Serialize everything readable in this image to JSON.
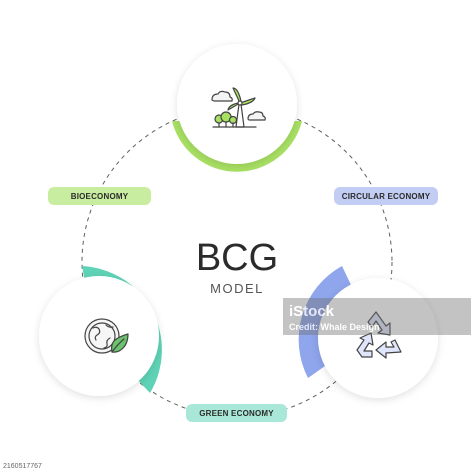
{
  "diagram": {
    "title": "BCG",
    "subtitle": "MODEL",
    "nodes": [
      {
        "label": "BIOECONOMY",
        "icon": "windmill-trees-icon",
        "accent": "#a8e063",
        "pill": "#c8eda0"
      },
      {
        "label": "CIRCULAR ECONOMY",
        "icon": "recycle-icon",
        "accent": "#8fa5ec",
        "pill": "#c3cdf3"
      },
      {
        "label": "GREEN ECONOMY",
        "icon": "globe-leaf-icon",
        "accent": "#5fd3b6",
        "pill": "#a9e8d8"
      }
    ]
  },
  "watermark": {
    "brand": "iStock",
    "credit": "Credit: Whale Design"
  },
  "stock_id": "2160517767",
  "colors": {
    "text": "#2b2b2b",
    "muted": "#555555",
    "dashes": "#5f5f5f",
    "leaf": "#6cc36d"
  }
}
